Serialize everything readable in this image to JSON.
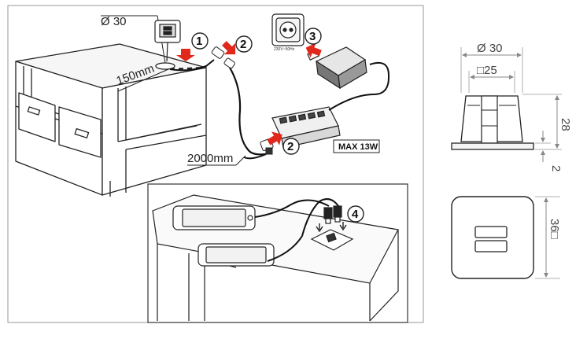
{
  "install": {
    "hole_label": "Ø 30",
    "cable_short_label": "150mm",
    "cable_long_label": "2000mm",
    "socket_voltage": "230V~50Hz",
    "hub_max_label": "MAX 13W",
    "steps": [
      "1",
      "2",
      "3",
      "2",
      "4"
    ]
  },
  "dimensions_side": {
    "outer_diameter": "Ø 30",
    "inner_square": "□25",
    "height": "28",
    "flange": "2"
  },
  "dimensions_top": {
    "square_size": "36□"
  },
  "colors": {
    "line": "#222222",
    "arrow_red": "#e0281c",
    "dim_line": "#888888",
    "frame": "#999999"
  }
}
